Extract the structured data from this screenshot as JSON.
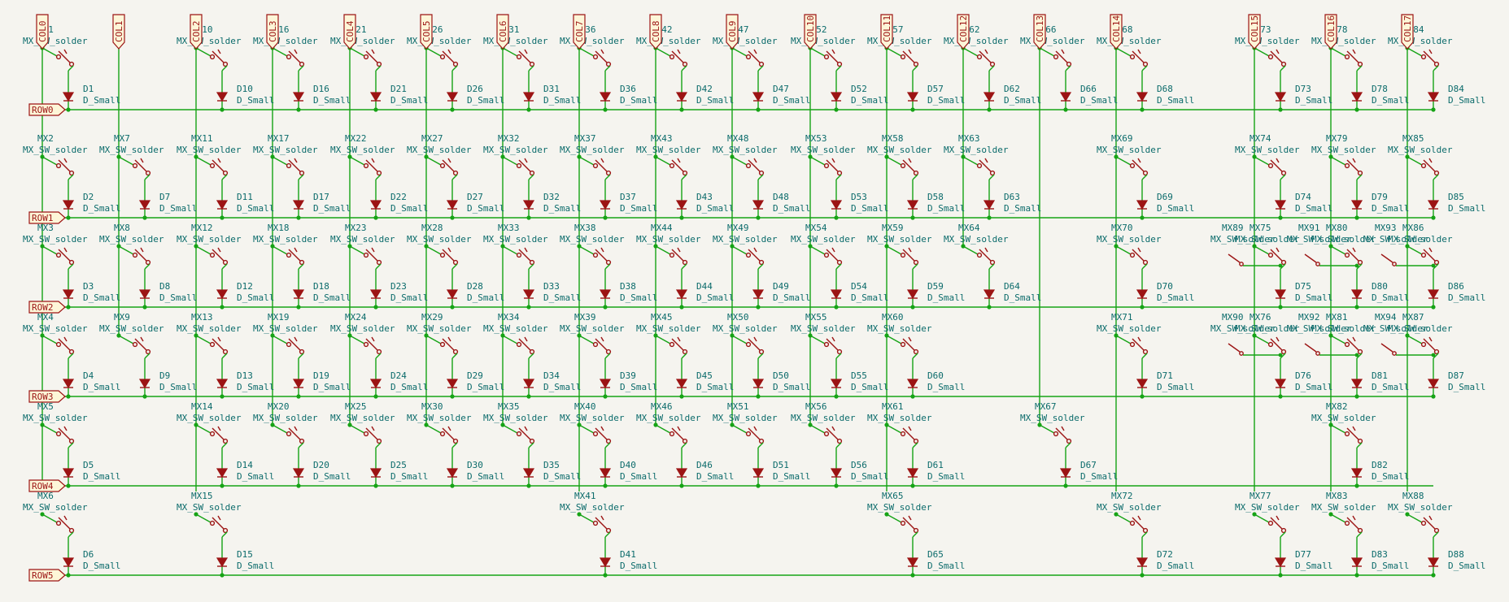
{
  "columns": [
    {
      "label": "COL0",
      "switches": [
        "MX1",
        "MX2",
        "MX3",
        "MX4",
        "MX5",
        "MX6"
      ],
      "diodes": [
        "D1",
        "D2",
        "D3",
        "D4",
        "D5",
        "D6"
      ],
      "rows": [
        0,
        1,
        2,
        3,
        4,
        5
      ]
    },
    {
      "label": "COL1",
      "switches": [
        "MX7",
        "MX8",
        "MX9"
      ],
      "diodes": [
        "D7",
        "D8",
        "D9"
      ],
      "rows": [
        1,
        2,
        3
      ]
    },
    {
      "label": "COL2",
      "switches": [
        "MX10",
        "MX11",
        "MX12",
        "MX13",
        "MX14",
        "MX15"
      ],
      "diodes": [
        "D10",
        "D11",
        "D12",
        "D13",
        "D14",
        "D15"
      ],
      "rows": [
        0,
        1,
        2,
        3,
        4,
        5
      ]
    },
    {
      "label": "COL3",
      "switches": [
        "MX16",
        "MX17",
        "MX18",
        "MX19",
        "MX20"
      ],
      "diodes": [
        "D16",
        "D17",
        "D18",
        "D19",
        "D20"
      ],
      "rows": [
        0,
        1,
        2,
        3,
        4
      ]
    },
    {
      "label": "COL4",
      "switches": [
        "MX21",
        "MX22",
        "MX23",
        "MX24",
        "MX25"
      ],
      "diodes": [
        "D21",
        "D22",
        "D23",
        "D24",
        "D25"
      ],
      "rows": [
        0,
        1,
        2,
        3,
        4
      ]
    },
    {
      "label": "COL5",
      "switches": [
        "MX26",
        "MX27",
        "MX28",
        "MX29",
        "MX30"
      ],
      "diodes": [
        "D26",
        "D27",
        "D28",
        "D29",
        "D30"
      ],
      "rows": [
        0,
        1,
        2,
        3,
        4
      ]
    },
    {
      "label": "COL6",
      "switches": [
        "MX31",
        "MX32",
        "MX33",
        "MX34",
        "MX35"
      ],
      "diodes": [
        "D31",
        "D32",
        "D33",
        "D34",
        "D35"
      ],
      "rows": [
        0,
        1,
        2,
        3,
        4
      ]
    },
    {
      "label": "COL7",
      "switches": [
        "MX36",
        "MX37",
        "MX38",
        "MX39",
        "MX40",
        "MX41"
      ],
      "diodes": [
        "D36",
        "D37",
        "D38",
        "D39",
        "D40",
        "D41"
      ],
      "rows": [
        0,
        1,
        2,
        3,
        4,
        5
      ]
    },
    {
      "label": "COL8",
      "switches": [
        "MX42",
        "MX43",
        "MX44",
        "MX45",
        "MX46"
      ],
      "diodes": [
        "D42",
        "D43",
        "D44",
        "D45",
        "D46"
      ],
      "rows": [
        0,
        1,
        2,
        3,
        4
      ]
    },
    {
      "label": "COL9",
      "switches": [
        "MX47",
        "MX48",
        "MX49",
        "MX50",
        "MX51"
      ],
      "diodes": [
        "D47",
        "D48",
        "D49",
        "D50",
        "D51"
      ],
      "rows": [
        0,
        1,
        2,
        3,
        4
      ]
    },
    {
      "label": "COL10",
      "switches": [
        "MX52",
        "MX53",
        "MX54",
        "MX55",
        "MX56"
      ],
      "diodes": [
        "D52",
        "D53",
        "D54",
        "D55",
        "D56"
      ],
      "rows": [
        0,
        1,
        2,
        3,
        4
      ]
    },
    {
      "label": "COL11",
      "switches": [
        "MX57",
        "MX58",
        "MX59",
        "MX60",
        "MX61",
        "MX65"
      ],
      "diodes": [
        "D57",
        "D58",
        "D59",
        "D60",
        "D61",
        "D65"
      ],
      "rows": [
        0,
        1,
        2,
        3,
        4,
        5
      ]
    },
    {
      "label": "COL12",
      "switches": [
        "MX62",
        "MX63",
        "MX64"
      ],
      "diodes": [
        "D62",
        "D63",
        "D64"
      ],
      "rows": [
        0,
        1,
        2
      ]
    },
    {
      "label": "COL13",
      "switches": [
        "MX66",
        "MX67"
      ],
      "diodes": [
        "D66",
        "D67"
      ],
      "rows": [
        0,
        4
      ]
    },
    {
      "label": "COL14",
      "switches": [
        "MX68",
        "MX69",
        "MX70",
        "MX71",
        "MX72"
      ],
      "diodes": [
        "D68",
        "D69",
        "D70",
        "D71",
        "D72"
      ],
      "rows": [
        0,
        1,
        2,
        3,
        5
      ]
    },
    {
      "label": "COL15",
      "switches": [
        "MX73",
        "MX74",
        "MX75",
        "MX76",
        "MX77"
      ],
      "diodes": [
        "D73",
        "D74",
        "D75",
        "D76",
        "D77"
      ],
      "rows": [
        0,
        1,
        2,
        3,
        5
      ]
    },
    {
      "label": "COL16",
      "switches": [
        "MX78",
        "MX79",
        "MX80",
        "MX81",
        "MX82",
        "MX83"
      ],
      "diodes": [
        "D78",
        "D79",
        "D80",
        "D81",
        "D82",
        "D83"
      ],
      "rows": [
        0,
        1,
        2,
        3,
        4,
        5
      ]
    },
    {
      "label": "COL17",
      "switches": [
        "MX84",
        "MX85",
        "MX86",
        "MX87",
        "MX88"
      ],
      "diodes": [
        "D84",
        "D85",
        "D86",
        "D87",
        "D88"
      ],
      "rows": [
        0,
        1,
        2,
        3,
        5
      ]
    }
  ],
  "rows": [
    "ROW0",
    "ROW1",
    "ROW2",
    "ROW3",
    "ROW4",
    "ROW5"
  ],
  "switch_value": "MX_SW_solder",
  "diode_value": "D_Small",
  "extra_switches": [
    {
      "ref": "MX89",
      "col": 15,
      "row": 2
    },
    {
      "ref": "MX91",
      "col": 16,
      "row": 2
    },
    {
      "ref": "MX93",
      "col": 17,
      "row": 2
    },
    {
      "ref": "MX90",
      "col": 15,
      "row": 3
    },
    {
      "ref": "MX92",
      "col": 16,
      "row": 3
    },
    {
      "ref": "MX94",
      "col": 17,
      "row": 3
    }
  ],
  "colors": {
    "wire": "#16a316",
    "symbol": "#9c1414",
    "text": "#0b6b6b",
    "background": "#f5f4ef"
  }
}
